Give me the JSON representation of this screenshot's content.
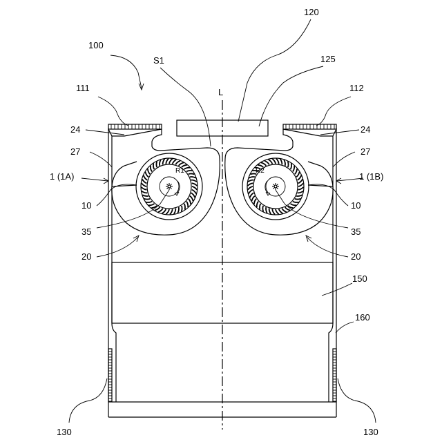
{
  "labels": {
    "device": "100",
    "unit": "120",
    "unit_part": "125",
    "space": "S1",
    "axis": "L",
    "inlet_left": "111",
    "inlet_right": "112",
    "seal_left": "24",
    "seal_right": "24",
    "wall_left": "27",
    "wall_right": "27",
    "fan_left": "1 (1A)",
    "fan_right": "1 (1B)",
    "casing_left": "10",
    "casing_right": "10",
    "impeller_left": "35",
    "impeller_right": "35",
    "scroll_left": "20",
    "scroll_right": "20",
    "rotation_left": "R1",
    "rotation_right": "R2",
    "module": "150",
    "side_panel": "160",
    "vent_left": "130",
    "vent_right": "130"
  }
}
